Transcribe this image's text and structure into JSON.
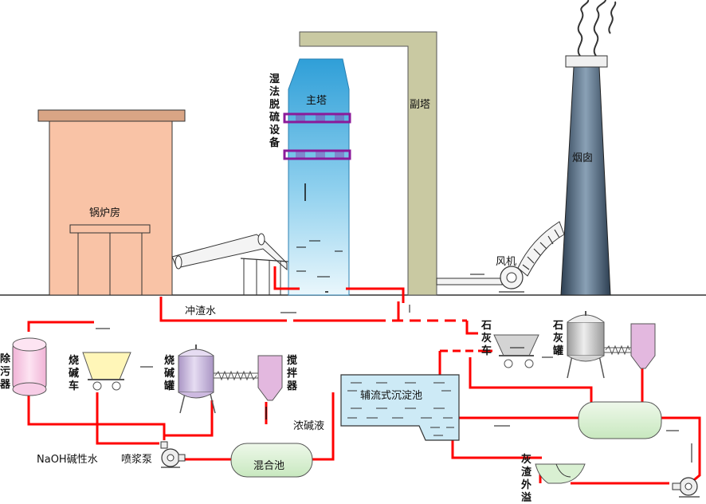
{
  "labels": {
    "boiler_room": "锅炉房",
    "main_tower": "主塔",
    "sub_tower": "副塔",
    "chimney": "烟囱",
    "fan": "风机",
    "wet_fgd": [
      "湿",
      "法",
      "脱",
      "硫",
      "设",
      "备"
    ],
    "slag_water": "冲渣水",
    "lime_cart": [
      "石",
      "灰",
      "车"
    ],
    "lime_tank": [
      "石",
      "灰",
      "罐"
    ],
    "decontaminator": [
      "除",
      "污",
      "器"
    ],
    "caustic_cart": [
      "烧",
      "碱",
      "车"
    ],
    "caustic_tank": [
      "烧",
      "碱",
      "罐"
    ],
    "mixer": [
      "搅",
      "拌",
      "器"
    ],
    "sedimentation_tank": "辅流式沉淀池",
    "concentrated_caustic": "浓碱液",
    "mixing_pool": "混合池",
    "naoh_water": "NaOH碱性水",
    "slurry_pump": "喷浆泵",
    "ash_overflow": [
      "灰",
      "渣",
      "外",
      "溢"
    ]
  },
  "colors": {
    "boiler": "#f9c3a6",
    "boiler_roof": "#d9a585",
    "tower_top": "#2f9fd8",
    "tower_bottom": "#e8f6fc",
    "sub_tower": "#c9c9a2",
    "chimney_dark": "#2d3f52",
    "chimney_light": "#8aa1b6",
    "pipe_red": "#ff0000",
    "ring_purple": "#8b1a9a",
    "mix_pool": "#d9f0d2",
    "lime_tank": "#d4d4d4",
    "caustic_tank": "#cdb9e0",
    "decontaminator": "#f7cde6",
    "caustic_cart": "#fff6b8",
    "mixer_hopper": "#e3b8df",
    "sedimentation": "#cdeaf6"
  }
}
